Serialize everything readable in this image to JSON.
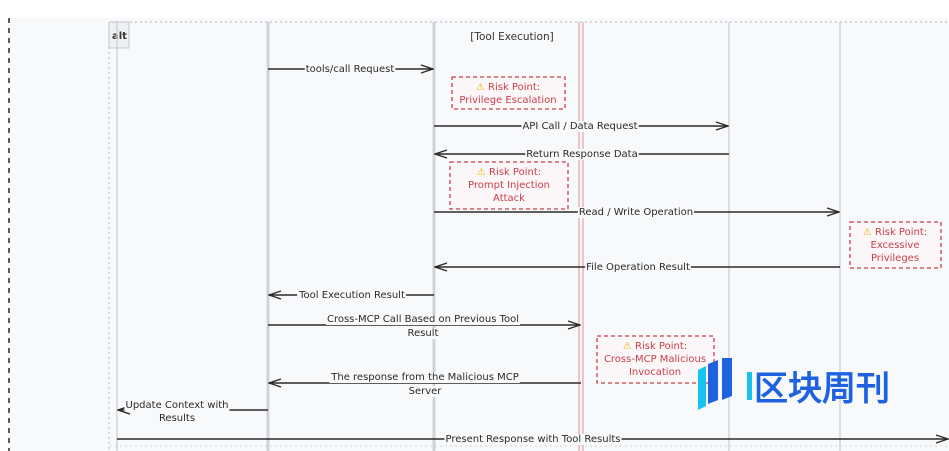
{
  "diagram": {
    "type": "sequence-diagram",
    "fragment": {
      "operator": "alt",
      "section_label": "[Tool Execution]"
    },
    "messages": [
      {
        "label": "tools/call Request",
        "from": 2,
        "to": 3,
        "direction": "right"
      },
      {
        "label": "API Call / Data Request",
        "from": 3,
        "to": 5,
        "direction": "right"
      },
      {
        "label": "Return Response Data",
        "from": 5,
        "to": 3,
        "direction": "left"
      },
      {
        "label": "Read / Write Operation",
        "from": 3,
        "to": 6,
        "direction": "right"
      },
      {
        "label": "File Operation Result",
        "from": 6,
        "to": 3,
        "direction": "left"
      },
      {
        "label": "Tool Execution Result",
        "from": 3,
        "to": 2,
        "direction": "left"
      },
      {
        "label_lines": [
          "Cross-MCP Call Based on Previous Tool",
          "Result"
        ],
        "from": 2,
        "to": 4,
        "direction": "right"
      },
      {
        "label_lines": [
          "The response from the Malicious MCP",
          "Server"
        ],
        "from": 4,
        "to": 2,
        "direction": "left"
      },
      {
        "label_lines": [
          "Update Context with",
          "Results"
        ],
        "from": 2,
        "to": 1,
        "direction": "left"
      },
      {
        "label": "Present Response with Tool Results",
        "from": 1,
        "to": 7,
        "direction": "right"
      }
    ],
    "risk_notes": [
      {
        "icon": "warning-icon",
        "lines": [
          "⚠ Risk Point:",
          "Privilege Escalation"
        ]
      },
      {
        "icon": "warning-icon",
        "lines": [
          "⚠ Risk Point:",
          "Prompt Injection",
          "Attack"
        ]
      },
      {
        "icon": "warning-icon",
        "lines": [
          "⚠ Risk Point:",
          "Excessive",
          "Privileges"
        ]
      },
      {
        "icon": "warning-icon",
        "lines": [
          "⚠ Risk Point:",
          "Cross-MCP Malicious",
          "Invocation"
        ]
      }
    ],
    "colors": {
      "line": "#2a2a2a",
      "lifeline": "#cfd2d6",
      "malicious_lifeline": "#e8a3a3",
      "risk": "#c8404a",
      "warning": "#f2b400"
    }
  },
  "watermark": {
    "text": "区块周刊",
    "colors": {
      "primary": "#1f62e0",
      "accent": "#18c3f0"
    }
  }
}
